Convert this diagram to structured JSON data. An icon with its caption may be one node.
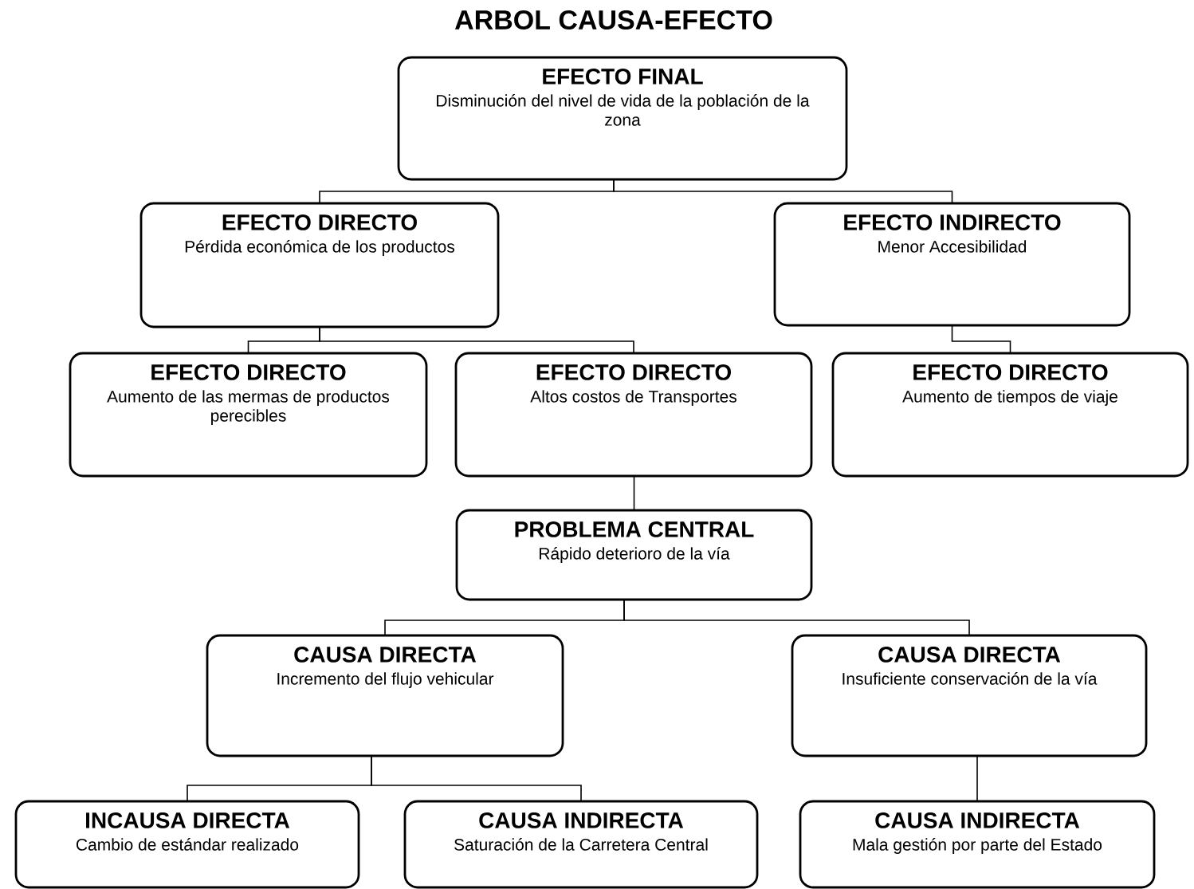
{
  "diagram": {
    "title": "ARBOL CAUSA-EFECTO",
    "nodes": [
      {
        "text": [
          "EFECTO FINAL",
          "Disminución del nivel de vida de la población de la zona"
        ]
      },
      {
        "text": [
          "EFECTO DIRECTO",
          "Pérdida económica de los productos"
        ]
      },
      {
        "text": [
          "EFECTO INDIRECTO",
          "Menor Accesibilidad"
        ]
      },
      {
        "text": [
          "EFECTO DIRECTO",
          "Aumento de las mermas de productos perecibles"
        ]
      },
      {
        "text": [
          "EFECTO DIRECTO",
          "Altos costos de Transportes"
        ]
      },
      {
        "text": [
          "EFECTO DIRECTO",
          "Aumento de tiempos de viaje"
        ]
      },
      {
        "text": [
          "PROBLEMA CENTRAL",
          "Rápido deterioro de la vía"
        ]
      },
      {
        "text": [
          "CAUSA DIRECTA",
          "Incremento del flujo vehicular"
        ]
      },
      {
        "text": [
          "CAUSA DIRECTA",
          "Insuficiente conservación de la vía"
        ]
      },
      {
        "text": [
          "INCAUSA DIRECTA",
          "Cambio de estándar realizado"
        ]
      },
      {
        "text": [
          "CAUSA INDIRECTA",
          "Saturación de la Carretera Central"
        ]
      },
      {
        "text": [
          "CAUSA INDIRECTA",
          "Mala gestión por parte del Estado"
        ]
      }
    ],
    "edges": [
      {
        "from": 0,
        "to": 1,
        "arrow": "none"
      },
      {
        "from": 0,
        "to": 2,
        "arrow": "none"
      },
      {
        "from": 1,
        "to": 3,
        "arrow": "none"
      },
      {
        "from": 1,
        "to": 4,
        "arrow": "none"
      },
      {
        "from": 2,
        "to": 5,
        "arrow": "none"
      },
      {
        "from": 4,
        "to": 6,
        "arrow": "none"
      },
      {
        "from": 6,
        "to": 7,
        "arrow": "none"
      },
      {
        "from": 6,
        "to": 8,
        "arrow": "none"
      },
      {
        "from": 7,
        "to": 9,
        "arrow": "none"
      },
      {
        "from": 7,
        "to": 10,
        "arrow": "none"
      },
      {
        "from": 8,
        "to": 11,
        "arrow": "none"
      }
    ]
  }
}
